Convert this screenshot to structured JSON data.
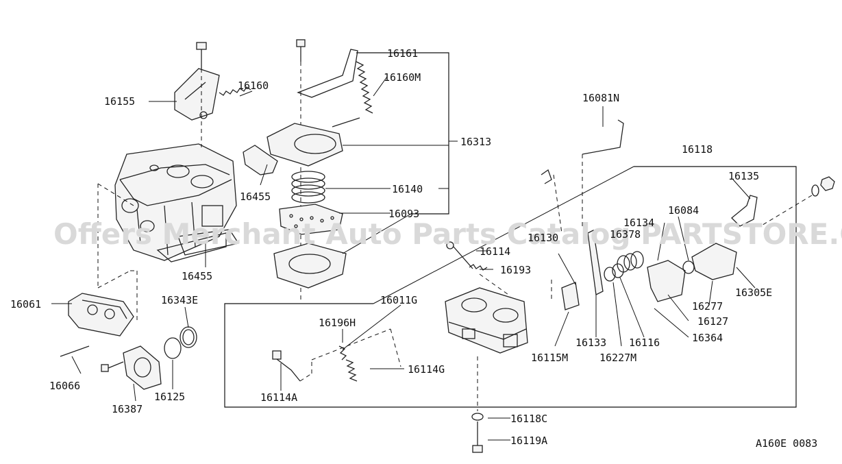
{
  "watermark": "Offers Merchant Auto Parts Catalog PARTSTORE.CA",
  "code": "A160E 0083",
  "labels": [
    {
      "id": "16161",
      "text": "16161"
    },
    {
      "id": "16160M",
      "text": "16160M"
    },
    {
      "id": "16160",
      "text": "16160"
    },
    {
      "id": "16155",
      "text": "16155"
    },
    {
      "id": "16313",
      "text": "16313"
    },
    {
      "id": "16081N",
      "text": "16081N"
    },
    {
      "id": "16118",
      "text": "16118"
    },
    {
      "id": "16135",
      "text": "16135"
    },
    {
      "id": "16140",
      "text": "16140"
    },
    {
      "id": "16455a",
      "text": "16455"
    },
    {
      "id": "16093",
      "text": "16093"
    },
    {
      "id": "16084",
      "text": "16084"
    },
    {
      "id": "16134",
      "text": "16134"
    },
    {
      "id": "16378",
      "text": "16378"
    },
    {
      "id": "16130",
      "text": "16130"
    },
    {
      "id": "16114",
      "text": "16114"
    },
    {
      "id": "16193",
      "text": "16193"
    },
    {
      "id": "16455b",
      "text": "16455"
    },
    {
      "id": "16305E",
      "text": "16305E"
    },
    {
      "id": "16061",
      "text": "16061"
    },
    {
      "id": "16343E",
      "text": "16343E"
    },
    {
      "id": "16011G",
      "text": "16011G"
    },
    {
      "id": "16277",
      "text": "16277"
    },
    {
      "id": "16127",
      "text": "16127"
    },
    {
      "id": "16196H",
      "text": "16196H"
    },
    {
      "id": "16364",
      "text": "16364"
    },
    {
      "id": "16133",
      "text": "16133"
    },
    {
      "id": "16116",
      "text": "16116"
    },
    {
      "id": "16115M",
      "text": "16115M"
    },
    {
      "id": "16227M",
      "text": "16227M"
    },
    {
      "id": "16114G",
      "text": "16114G"
    },
    {
      "id": "16066",
      "text": "16066"
    },
    {
      "id": "16125",
      "text": "16125"
    },
    {
      "id": "16387",
      "text": "16387"
    },
    {
      "id": "16114A",
      "text": "16114A"
    },
    {
      "id": "16118C",
      "text": "16118C"
    },
    {
      "id": "16119A",
      "text": "16119A"
    }
  ]
}
